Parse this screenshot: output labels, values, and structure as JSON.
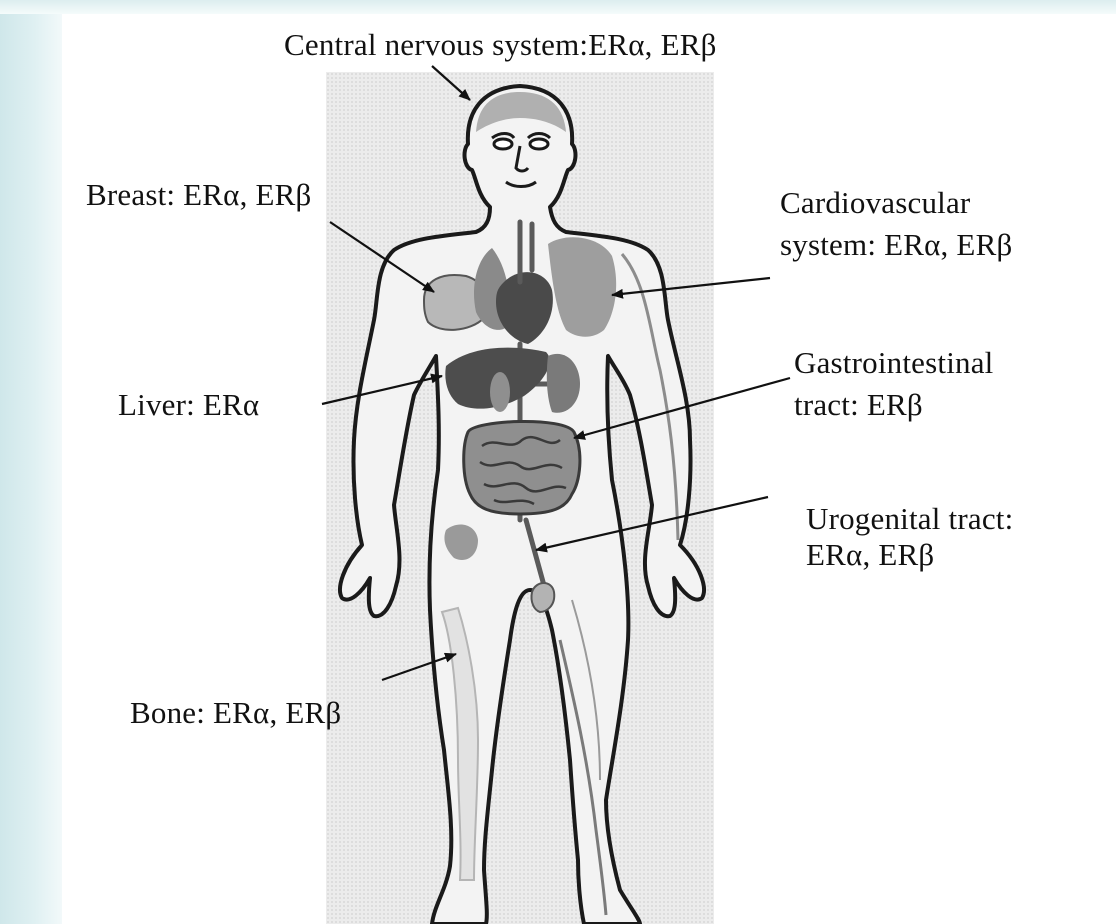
{
  "diagram": {
    "labels": {
      "cns": "Central nervous system:ERα, ERβ",
      "breast": "Breast: ERα, ERβ",
      "cardio_line1": "Cardiovascular",
      "cardio_line2": "system: ERα, ERβ",
      "liver": "Liver: ERα",
      "gi_line1": "Gastrointestinal",
      "gi_line2": "tract: ERβ",
      "uro_line1": "Urogenital tract:",
      "uro_line2": "ERα, ERβ",
      "bone": "Bone: ERα, ERβ"
    }
  },
  "colors": {
    "edge": "#d5eaec",
    "figure_background": "#ececec",
    "outline": "#1a1a1a",
    "organ_dark": "#4a4a4a",
    "organ_mid": "#7a7a7a",
    "organ_light": "#b0b0b0"
  }
}
